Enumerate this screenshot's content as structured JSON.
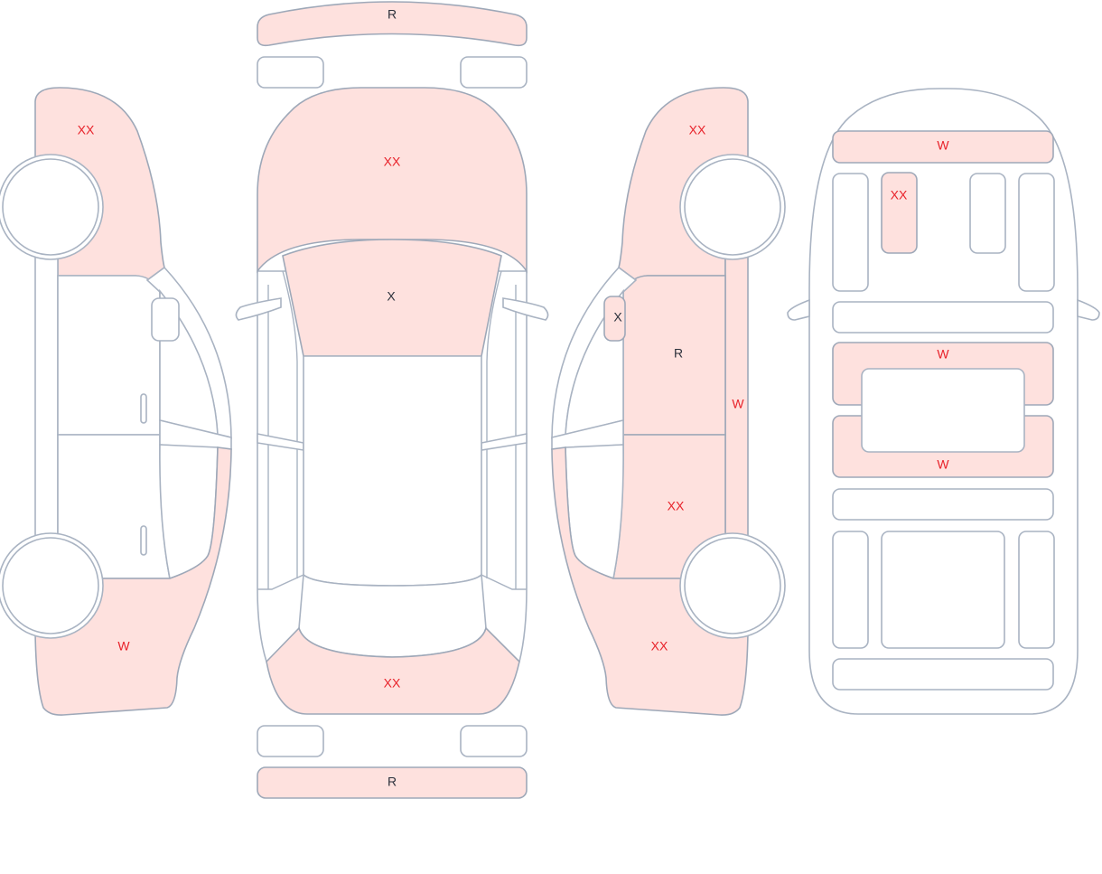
{
  "legend_colors": {
    "damaged_fill": "#fee1de",
    "outline": "#9ea8b8",
    "severe_text": "#e8222a",
    "minor_text": "#2b303b"
  },
  "left_side": {
    "front_fender": "XX",
    "rear_quarter": "W"
  },
  "top_view": {
    "front_bumper": "R",
    "hood": "XX",
    "windshield": "X",
    "trunk": "XX",
    "rear_bumper": "R"
  },
  "right_side": {
    "front_fender": "XX",
    "mirror": "X",
    "front_door": "R",
    "rocker": "W",
    "rear_door": "XX",
    "rear_quarter": "XX"
  },
  "interior": {
    "dashboard": "W",
    "center_console": "XX",
    "front_seats": "W",
    "rear_seats": "W"
  }
}
